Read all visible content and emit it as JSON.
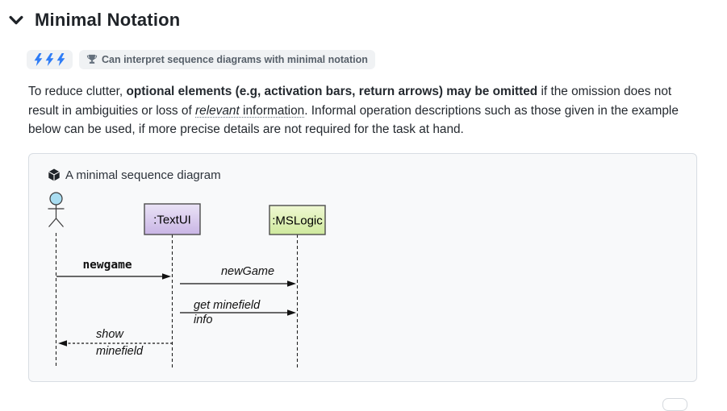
{
  "header": {
    "title": "Minimal Notation"
  },
  "badges": {
    "difficulty": {
      "icon": "lightning-bolts-icon",
      "bolt_count": 3,
      "bolt_color": "#2e7cf6"
    },
    "skill": {
      "icon": "trophy-icon",
      "label": "Can interpret sequence diagrams with minimal notation"
    }
  },
  "intro": {
    "lead": "To reduce clutter, ",
    "bold": "optional elements (e.g, activation bars, return arrows) may be omitted",
    "after_bold": " if the omission does not result in ambiguities or loss of ",
    "term": "relevant",
    "term_tail": " information",
    "rest": ". Informal operation descriptions such as those given in the example below can be used, if more precise details are not required for the task at hand."
  },
  "example": {
    "icon": "package-icon",
    "caption": "A minimal sequence diagram",
    "diagram": {
      "type": "sequence",
      "actor": {
        "shape": "stick-figure",
        "head_color": "#a9ddf1"
      },
      "participants": [
        {
          "label": ":TextUI",
          "fill_top": "#eae3f6",
          "fill_bottom": "#c9b5e5"
        },
        {
          "label": ":MSLogic",
          "fill_top": "#eff8d2",
          "fill_bottom": "#cfe99d"
        }
      ],
      "messages": [
        {
          "from": "actor",
          "to": ":TextUI",
          "style": "solid",
          "label": "newgame"
        },
        {
          "from": ":TextUI",
          "to": ":MSLogic",
          "style": "solid",
          "label": "newGame"
        },
        {
          "from": ":TextUI",
          "to": ":MSLogic",
          "style": "solid",
          "label": "get minefield info",
          "label_lines": [
            "get minefield",
            "info"
          ]
        },
        {
          "from": ":TextUI",
          "to": "actor",
          "style": "dashed",
          "label": "show minefield",
          "label_lines": [
            "show",
            "minefield"
          ]
        }
      ]
    }
  }
}
